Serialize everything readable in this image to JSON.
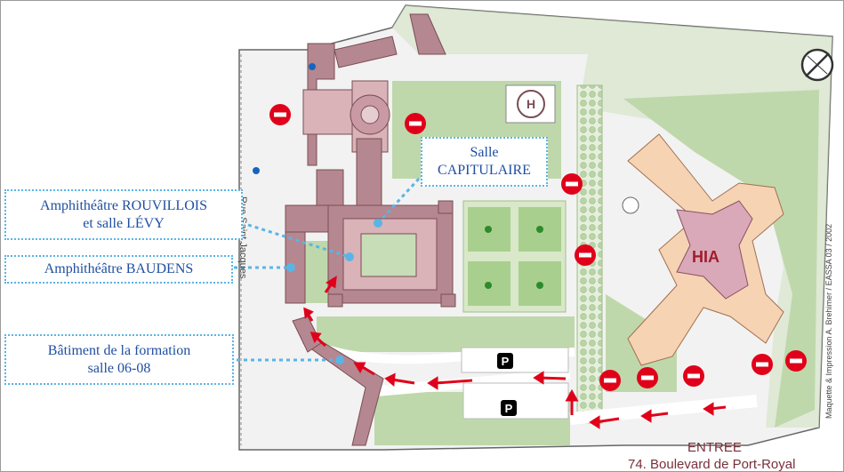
{
  "callouts": {
    "capitulaire": {
      "line1": "Salle",
      "line2": "CAPITULAIRE"
    },
    "rouvillois": {
      "line1": "Amphithéâtre  ROUVILLOIS",
      "line2": "et salle LÉVY"
    },
    "baudens": {
      "line1": "Amphithéâtre BAUDENS"
    },
    "formation": {
      "line1": "Bâtiment de la formation",
      "line2": "salle 06-08"
    }
  },
  "map_labels": {
    "street": "Rue Saint Jacques",
    "hospital": "HIA",
    "entrance": "ENTREE",
    "address": "74. Boulevard de Port-Royal",
    "credit": "Maquette & Impression A. Brehimer / EASSA 03 / 2002",
    "parking_symbol": "P",
    "heliport_symbol": "H"
  },
  "colors": {
    "building": "#b58790",
    "building_light": "#d9b3b8",
    "lawn": "#c7ddb8",
    "hia_wing": "#f6d3b3",
    "hia_core": "#d9a9b9",
    "callout_border": "#5ab4e6",
    "callout_text": "#1f4fa0",
    "no_entry": "#e0001a",
    "route_arrow": "#e0001a",
    "tree_dot": "#2d8a2d"
  },
  "icons": [
    "no-entry-icon",
    "parking-icon",
    "heliport-icon",
    "compass-icon"
  ]
}
